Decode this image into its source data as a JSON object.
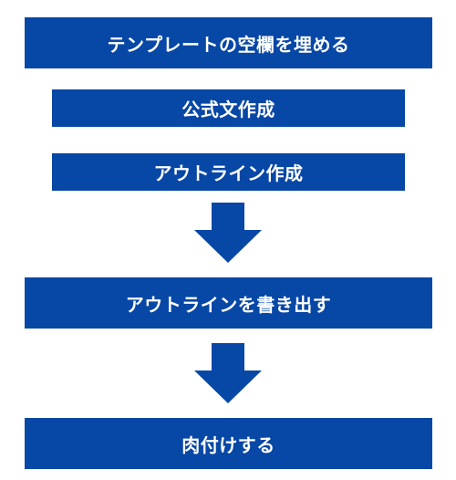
{
  "flow": {
    "steps": [
      {
        "label": "テンプレートの空欄を埋める"
      },
      {
        "label": "公式文作成"
      },
      {
        "label": "アウトライン作成"
      },
      {
        "label": "アウトラインを書き出す"
      },
      {
        "label": "肉付けする"
      }
    ]
  },
  "colors": {
    "box_fill": "#0747a6",
    "arrow_fill": "#0747a6",
    "text": "#ffffff",
    "background": "#ffffff"
  },
  "icons": {
    "arrows": [
      "down-arrow-icon",
      "down-arrow-icon"
    ]
  }
}
